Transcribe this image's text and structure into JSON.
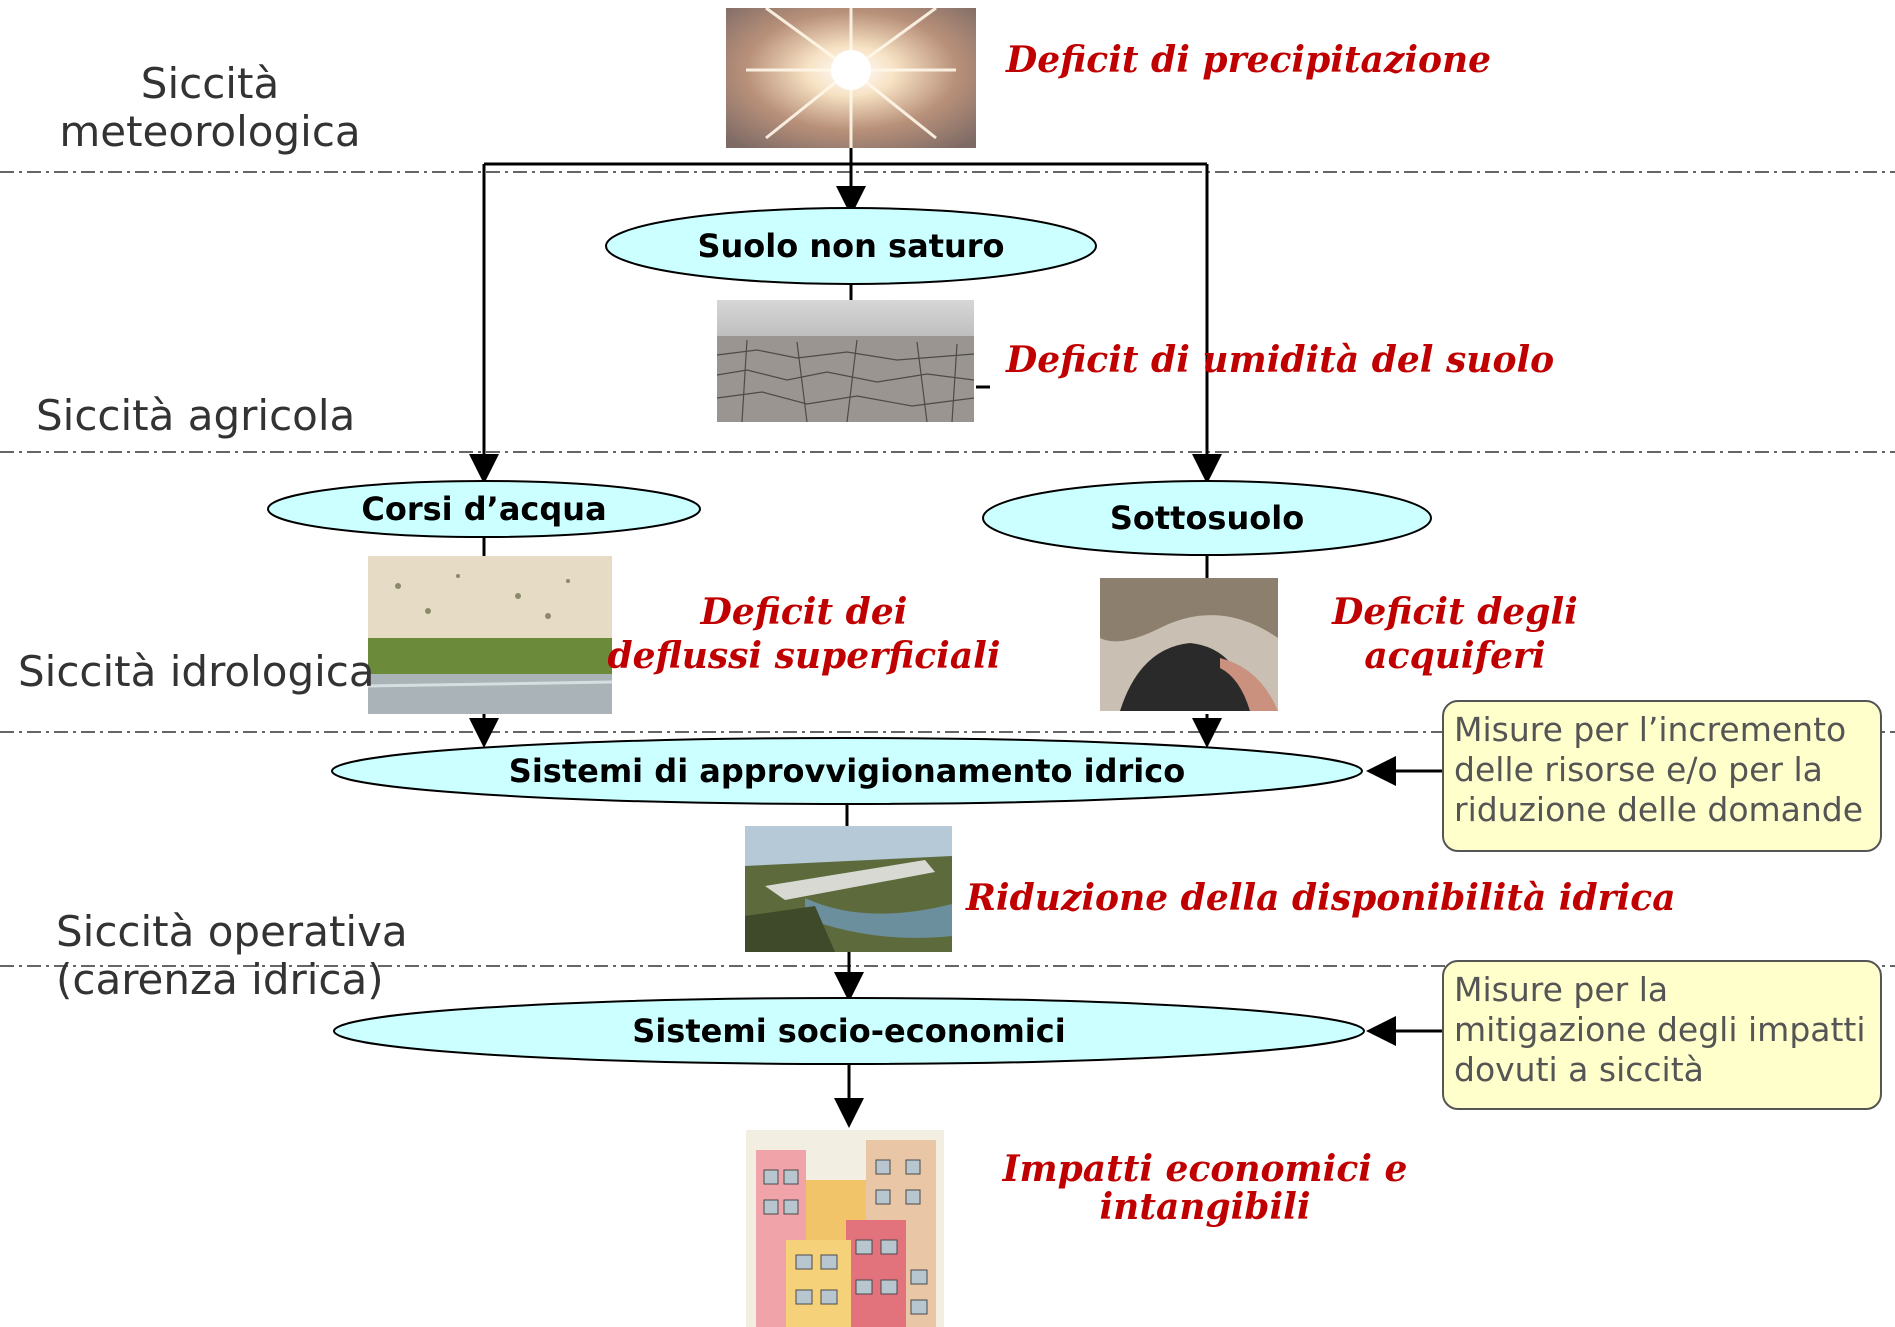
{
  "levels": {
    "meteorologica": "Siccità\nmeteorologica",
    "agricola": "Siccità agricola",
    "idrologica": "Siccità idrologica",
    "operativa": "Siccità operativa\n(carenza idrica)"
  },
  "nodes": {
    "suolo": "Suolo non saturo",
    "corsi": "Corsi d’acqua",
    "sottosuolo": "Sottosuolo",
    "approvvigionamento": "Sistemi di approvvigionamento idrico",
    "socio": "Sistemi socio-economici"
  },
  "deficits": {
    "precipitazione": "Deficit di precipitazione",
    "umidita": "Deficit di umidità del suolo",
    "deflussi": "Deficit dei\ndeflussi superficiali",
    "acquiferi": "Deficit degli\nacquiferi",
    "disponibilita": "Riduzione della disponibilità idrica",
    "impatti": "Impatti economici e\nintangibili"
  },
  "measures": {
    "incremento": "Misure per l’incremento\ndelle risorse e/o per la\nriduzione delle domande",
    "mitigazione": "Misure per la\nmitigazione degli impatti\ndovuti a siccità"
  },
  "colors": {
    "ellipse_fill": "#ccffff",
    "deficit_text": "#c00000",
    "measure_fill": "#ffffcc"
  },
  "images": [
    "sun-photo",
    "dry-soil-photo",
    "dry-riverbed-photo",
    "aquifer-rock-photo",
    "dam-photo",
    "buildings-illustration"
  ]
}
